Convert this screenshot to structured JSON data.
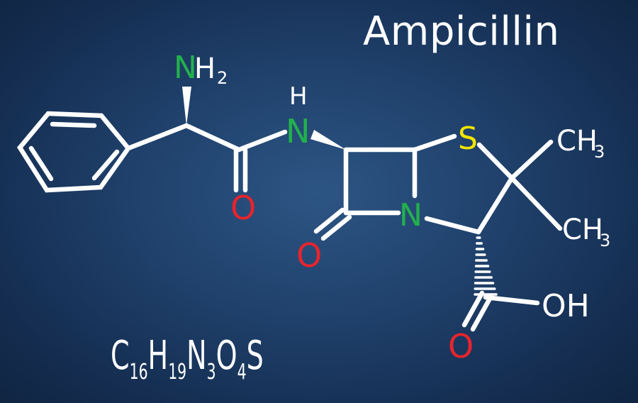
{
  "title": "Ampicillin",
  "formula": [
    {
      "t": "C",
      "sub": false
    },
    {
      "t": "16",
      "sub": true
    },
    {
      "t": "H",
      "sub": false
    },
    {
      "t": "19",
      "sub": true
    },
    {
      "t": "N",
      "sub": false
    },
    {
      "t": "3",
      "sub": true
    },
    {
      "t": "O",
      "sub": false
    },
    {
      "t": "4",
      "sub": true
    },
    {
      "t": "S",
      "sub": false
    }
  ],
  "atoms": {
    "amine": {
      "text": "N",
      "suffix": "H",
      "sub": "2"
    },
    "amide_n": {
      "text": "N",
      "h": "H"
    },
    "amide_o": {
      "text": "O"
    },
    "beta_lactam_o": {
      "text": "O"
    },
    "ring_n": {
      "text": "N"
    },
    "sulfur": {
      "text": "S"
    },
    "methyl_1": {
      "text": "CH",
      "sub": "3"
    },
    "methyl_2": {
      "text": "CH",
      "sub": "3"
    },
    "hydroxyl": {
      "text": "OH"
    },
    "carboxyl_o": {
      "text": "O"
    }
  },
  "colors": {
    "background": "#1e3f69",
    "bond": "#ffffff",
    "nitrogen": "#22b14c",
    "oxygen": "#e8242c",
    "sulfur": "#f2e400",
    "carbon_label": "#ffffff"
  }
}
